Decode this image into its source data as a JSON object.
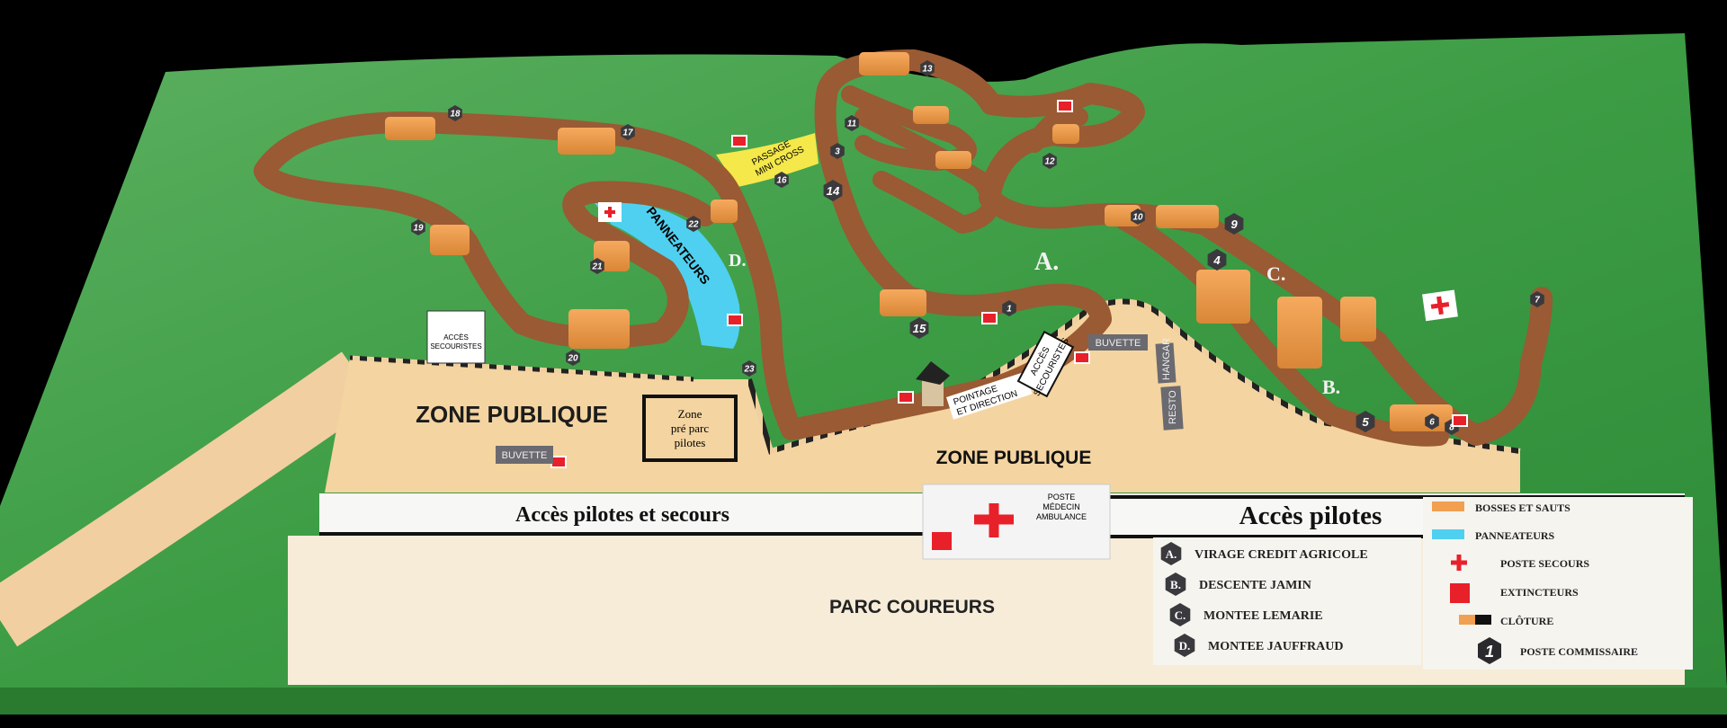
{
  "zones": {
    "zone_publique_left": "ZONE PUBLIQUE",
    "zone_publique_center": "ZONE PUBLIQUE",
    "parc_coureurs": "PARC COUREURS",
    "zone_pre_parc": [
      "Zone",
      "pré parc",
      "pilotes"
    ],
    "acces_pilotes_secours": "Accès pilotes et secours",
    "acces_pilotes": "Accès pilotes"
  },
  "buildings": {
    "buvette_left": "BUVETTE",
    "buvette_right": "BUVETTE",
    "resto": "RESTO",
    "hangar": "HANGAR",
    "acces_secouristes_left": [
      "ACCÈS",
      "SECOURISTES"
    ],
    "acces_secouristes_right": [
      "ACCÈS",
      "SECOURISTES"
    ],
    "pointage": [
      "POINTAGE",
      "ET DIRECTION"
    ],
    "poste_medecin": [
      "POSTE",
      "MÉDECIN",
      "AMBULANCE"
    ],
    "panneateurs": "PANNEATEURS",
    "passage_mini_cross": [
      "PASSAGE",
      "MINI CROSS"
    ]
  },
  "section_letters": [
    "A.",
    "B.",
    "C.",
    "D."
  ],
  "markers": [
    "1",
    "3",
    "4",
    "5",
    "6",
    "8",
    "7",
    "9",
    "10",
    "11",
    "12",
    "13",
    "14",
    "15",
    "16",
    "17",
    "18",
    "19",
    "20",
    "21",
    "22",
    "23"
  ],
  "legend": {
    "sections": [
      {
        "letter": "A.",
        "label": "VIRAGE CREDIT AGRICOLE"
      },
      {
        "letter": "B.",
        "label": "DESCENTE JAMIN"
      },
      {
        "letter": "C.",
        "label": "MONTEE LEMARIE"
      },
      {
        "letter": "D.",
        "label": "MONTEE JAUFFRAUD"
      }
    ],
    "symbols": [
      {
        "icon": "jump-swatch",
        "label": "BOSSES ET SAUTS",
        "color": "#f0a050"
      },
      {
        "icon": "signal-swatch",
        "label": "PANNEATEURS",
        "color": "#4fd0f0"
      },
      {
        "icon": "red-cross-icon",
        "label": "POSTE SECOURS",
        "color": "#e8202a"
      },
      {
        "icon": "extinguisher-icon",
        "label": "EXTINCTEURS",
        "color": "#e8202a"
      },
      {
        "icon": "fence-swatch",
        "label": "CLÔTURE",
        "color": "#f0a050"
      },
      {
        "icon": "marshal-post-icon",
        "number": "1",
        "label": "POSTE COMMISSAIRE"
      }
    ]
  },
  "colors": {
    "grass": "#3fa04a",
    "track": "#9a5a33",
    "jump": "#f0a050",
    "sand": "#f4d4a0",
    "water": "#4fd0f0",
    "marker": "#3a3a3e"
  }
}
